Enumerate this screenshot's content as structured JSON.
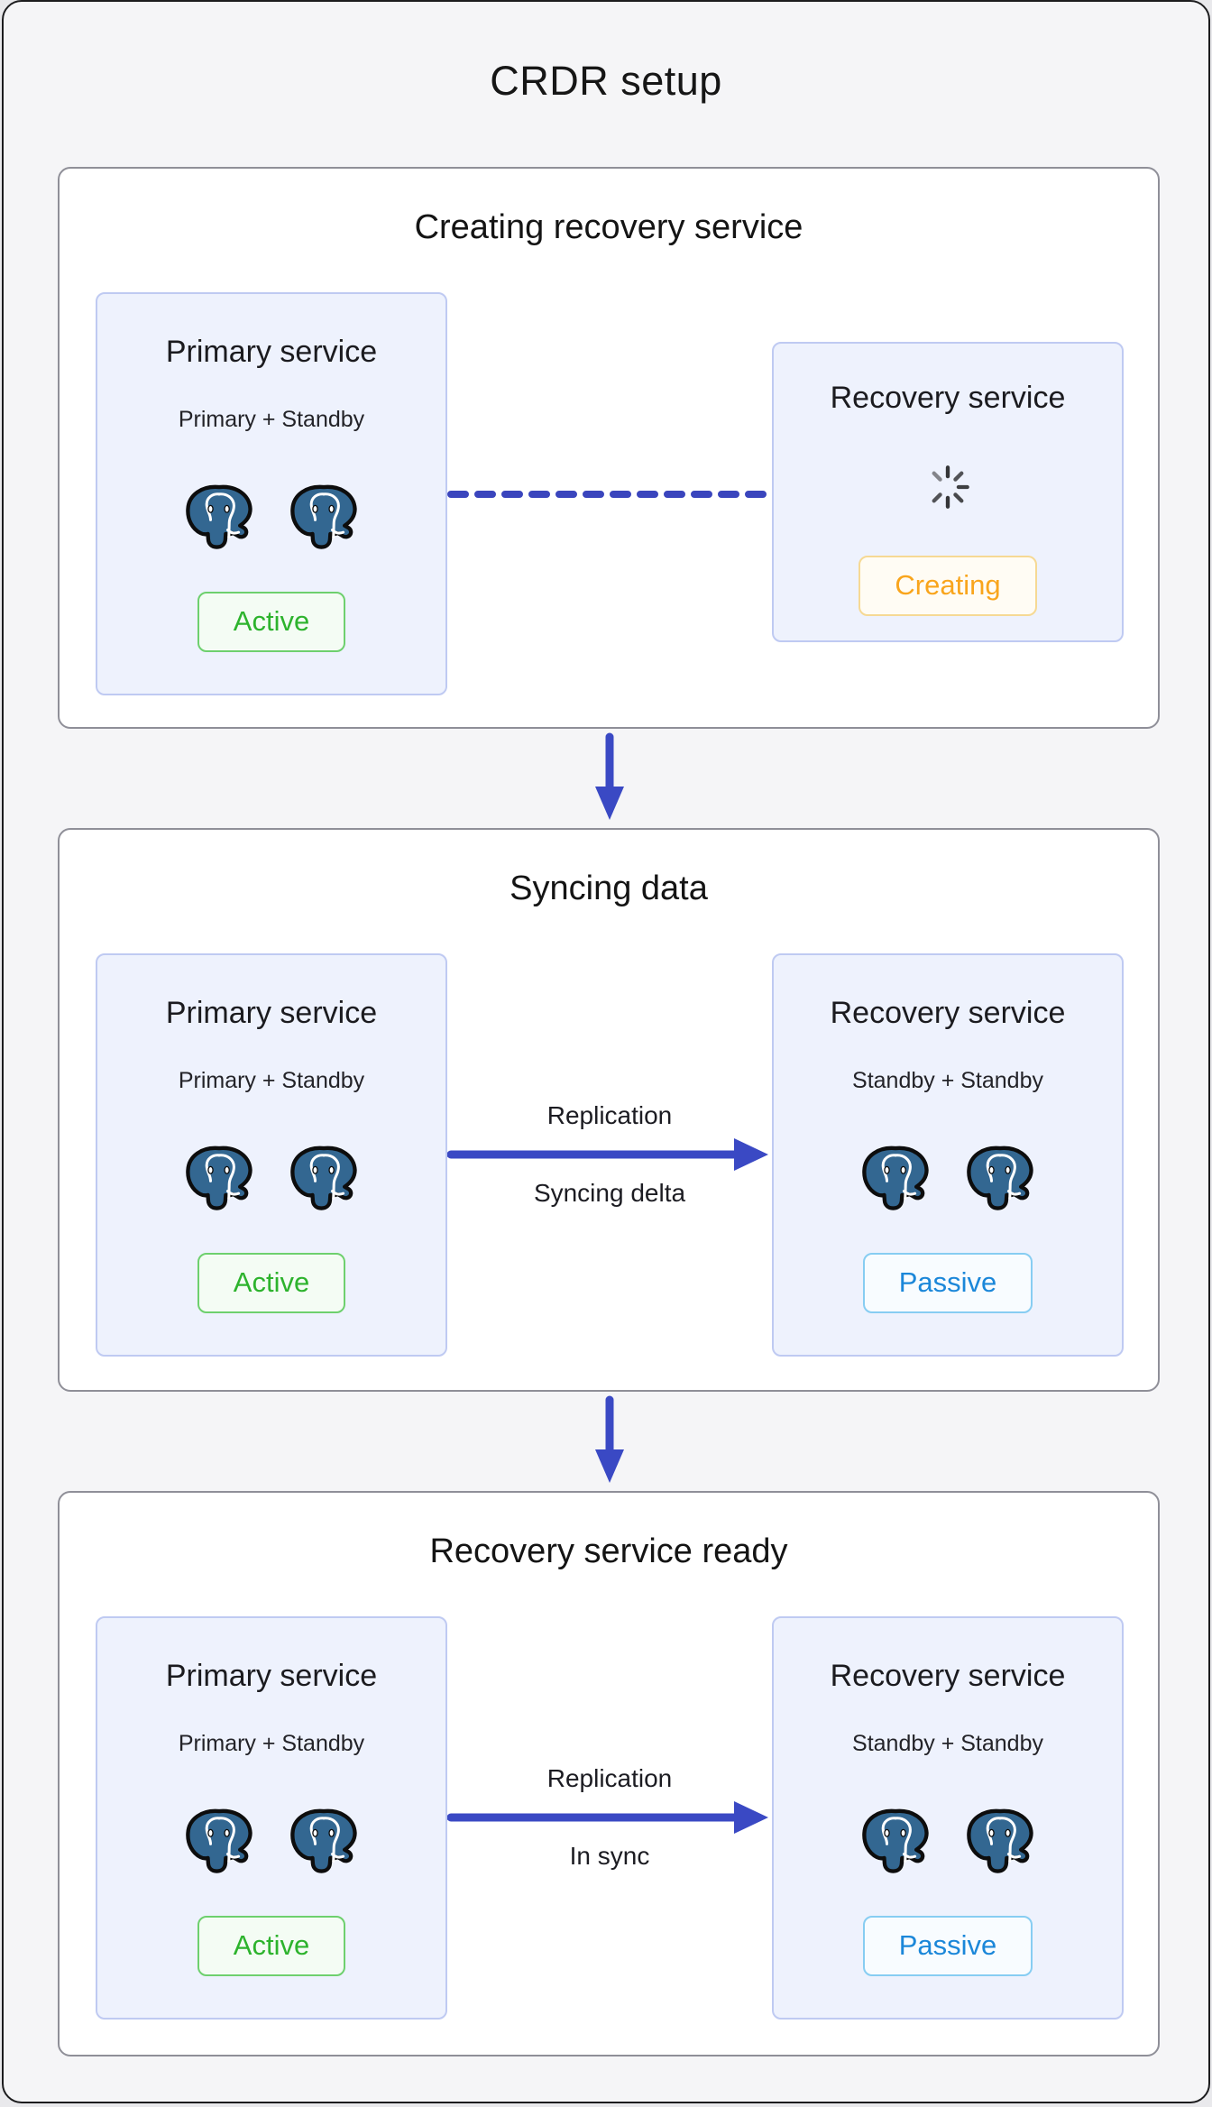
{
  "page": {
    "title": "CRDR setup"
  },
  "colors": {
    "accent_indigo": "#3a49c4",
    "postgres_blue": "#336791",
    "status_active_green": "#2db32d",
    "status_creating_orange": "#f9a51c",
    "status_passive_blue": "#1b87d9",
    "box_fill": "#eef2fd",
    "box_border": "#bfcaf2",
    "section_border": "#8f8f98",
    "page_background": "#f5f5f7"
  },
  "icons": {
    "postgres": "postgres-elephant-icon",
    "spinner": "loading-spinner-icon",
    "arrow_down": "arrow-down-icon",
    "arrow_right": "arrow-right-icon",
    "dashed_link": "dashed-connection-line"
  },
  "sections": [
    {
      "title": "Creating recovery service",
      "primary": {
        "title": "Primary service",
        "subtitle": "Primary + Standby",
        "badge": "Active"
      },
      "recovery": {
        "title": "Recovery service",
        "badge": "Creating"
      },
      "connector": {
        "style": "dashed"
      }
    },
    {
      "title": "Syncing data",
      "primary": {
        "title": "Primary service",
        "subtitle": "Primary + Standby",
        "badge": "Active"
      },
      "recovery": {
        "title": "Recovery service",
        "subtitle": "Standby + Standby",
        "badge": "Passive"
      },
      "connector": {
        "style": "arrow",
        "label_top": "Replication",
        "label_bottom": "Syncing delta"
      }
    },
    {
      "title": "Recovery service ready",
      "primary": {
        "title": "Primary service",
        "subtitle": "Primary + Standby",
        "badge": "Active"
      },
      "recovery": {
        "title": "Recovery service",
        "subtitle": "Standby + Standby",
        "badge": "Passive"
      },
      "connector": {
        "style": "arrow",
        "label_top": "Replication",
        "label_bottom": "In sync"
      }
    }
  ]
}
